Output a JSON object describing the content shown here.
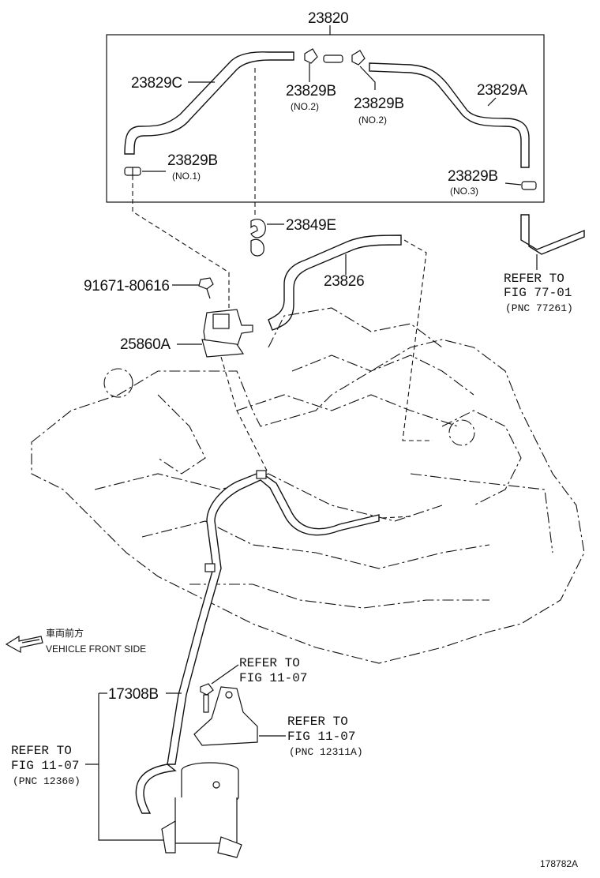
{
  "labels": {
    "assembly": "23820",
    "hose_c": "23829C",
    "clip_b_no2_left": "23829B",
    "clip_b_no2_right": "23829B",
    "hose_a": "23829A",
    "clip_b_no1": "23829B",
    "clip_b_no3": "23829B",
    "clamp_e": "23849E",
    "hose_26": "23826",
    "bolt": "91671-80616",
    "valve": "25860A",
    "hose_17308": "17308B",
    "figure_id": "178782A"
  },
  "sublabels": {
    "no2_left": "(NO.2)",
    "no2_right": "(NO.2)",
    "no1": "(NO.1)",
    "no3": "(NO.3)"
  },
  "refs": {
    "r1": {
      "line1": "REFER TO",
      "line2": "FIG 77-01",
      "line3": "(PNC 77261)"
    },
    "r2": {
      "line1": "REFER TO",
      "line2": "FIG 11-07"
    },
    "r3": {
      "line1": "REFER TO",
      "line2": "FIG 11-07",
      "line3": "(PNC 12311A)"
    },
    "r4": {
      "line1": "REFER TO",
      "line2": "FIG 11-07",
      "line3": "(PNC 12360)"
    }
  },
  "front": {
    "jp": "車両前方",
    "en": "VEHICLE FRONT SIDE"
  }
}
